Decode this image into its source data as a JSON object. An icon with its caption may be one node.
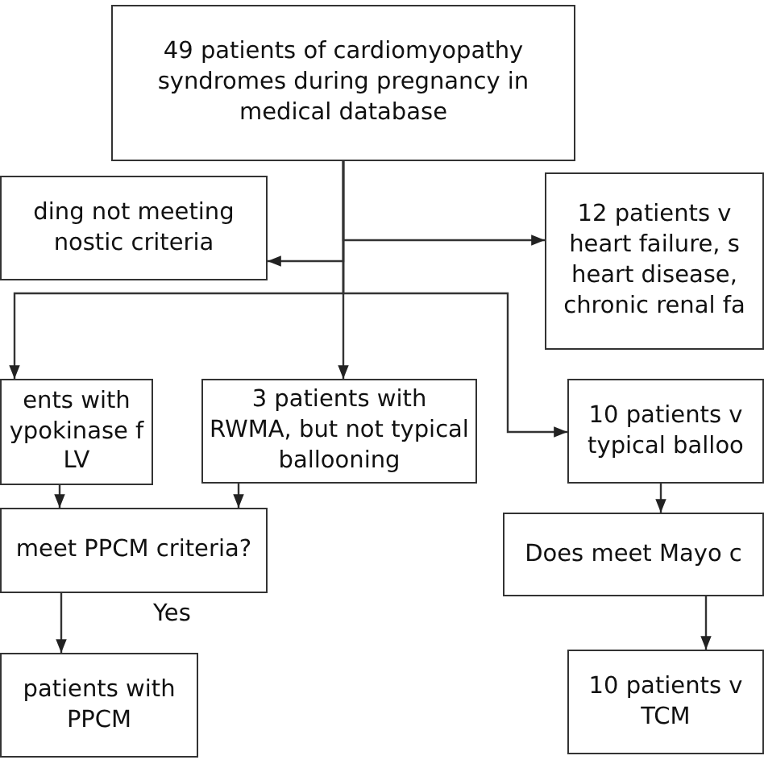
{
  "diagram": {
    "nodes": [
      {
        "text": [
          "49 patients of cardiomyopathy syndromes during pregnancy in medical database"
        ]
      },
      {
        "text": [
          "ding not meeting nostic criteria"
        ]
      },
      {
        "text": [
          "12 patients v heart failure, s heart disease, chronic renal fa"
        ]
      },
      {
        "text": [
          "ents with ypokinase f LV"
        ]
      },
      {
        "text": [
          "3 patients with RWMA, but not typical ballooning"
        ]
      },
      {
        "text": [
          "10 patients v typical balloo"
        ]
      },
      {
        "text": [
          "meet PPCM criteria?"
        ]
      },
      {
        "text": [
          "Does meet Mayo c"
        ]
      },
      {
        "text": [
          "patients with PPCM"
        ]
      },
      {
        "text": [
          "10 patients v TCM"
        ]
      }
    ],
    "edges": [
      {
        "from": 0,
        "to": 1,
        "arrow": "to"
      },
      {
        "from": 0,
        "to": 2,
        "arrow": "to"
      },
      {
        "from": 0,
        "to": 3,
        "arrow": "to"
      },
      {
        "from": 0,
        "to": 4,
        "arrow": "to"
      },
      {
        "from": 0,
        "to": 5,
        "arrow": "to"
      },
      {
        "from": 3,
        "to": 6,
        "arrow": "to"
      },
      {
        "from": 4,
        "to": 6,
        "arrow": "to"
      },
      {
        "from": 6,
        "to": 8,
        "arrow": "to",
        "label": "Yes"
      },
      {
        "from": 5,
        "to": 7,
        "arrow": "to"
      },
      {
        "from": 7,
        "to": 9,
        "arrow": "to"
      }
    ]
  }
}
